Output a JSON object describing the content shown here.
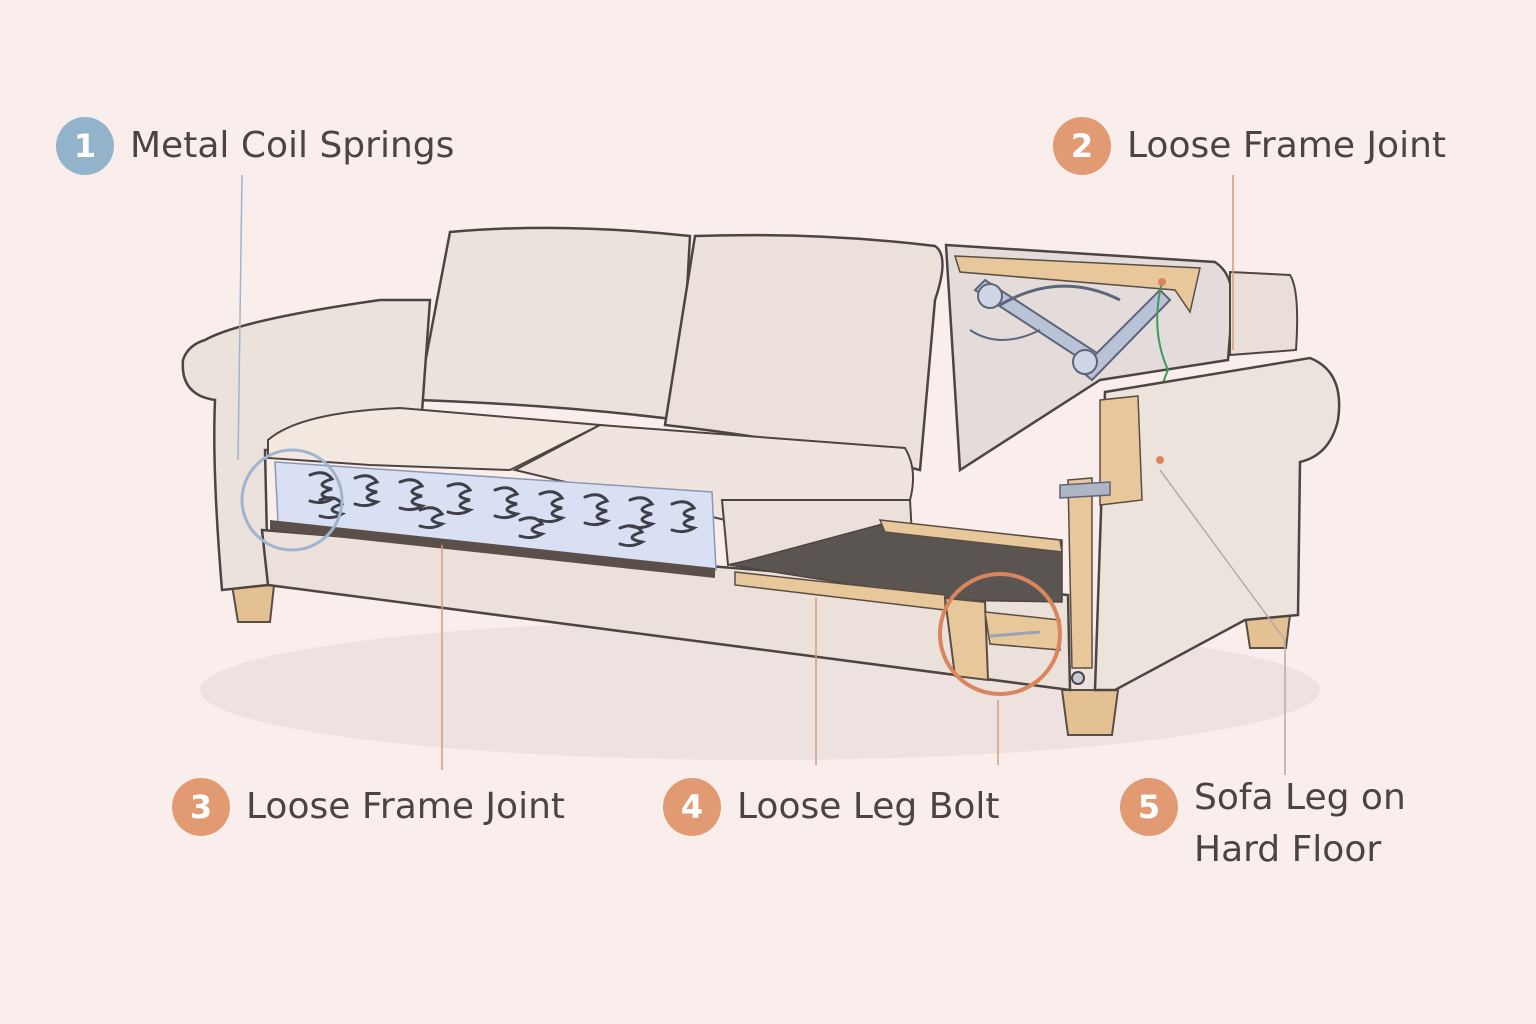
{
  "callouts": [
    {
      "number": "1",
      "text": "Metal Coil Springs",
      "badge_color": "#93b3cb"
    },
    {
      "number": "2",
      "text": "Loose Frame Joint",
      "badge_color": "#e19a72"
    },
    {
      "number": "3",
      "text": "Loose Frame Joint",
      "badge_color": "#e19a72"
    },
    {
      "number": "4",
      "text": "Loose Leg Bolt",
      "badge_color": "#e19a72"
    },
    {
      "number": "5",
      "text": "Sofa Leg on\nHard Floor",
      "badge_color": "#e19a72"
    }
  ],
  "colors": {
    "background": "#f9eeeb",
    "upholstery": "#ece2dc",
    "wood": "#e8c79a",
    "spring_bed": "#d9e0f3",
    "springs": "#4a4a55",
    "leader_blue": "#9fb4cf",
    "leader_orange": "#d89a76",
    "highlight_ring": "#d9865c"
  }
}
